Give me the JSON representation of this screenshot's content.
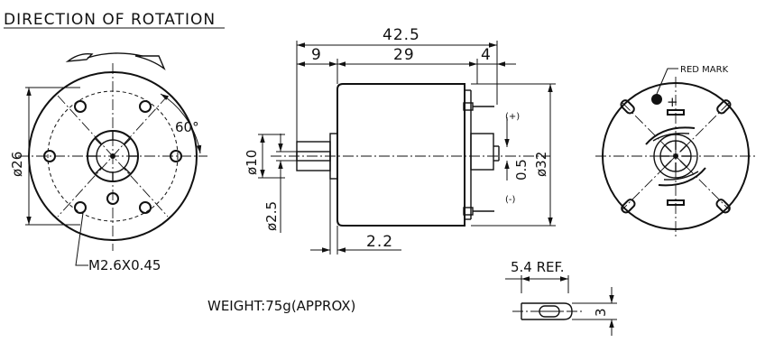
{
  "title": "DIRECTION OF ROTATION",
  "weight": "WEIGHT:75g(APPROX)",
  "front_view": {
    "diameter_label": "ø26",
    "angle_label": "60°",
    "thread_label": "M2.6X0.45"
  },
  "side_view": {
    "overall_length": "42.5",
    "shaft_length": "9",
    "body_length": "29",
    "terminal_offset": "4",
    "shaft_dia": "ø10",
    "bore_dia": "ø2.5",
    "flange_thickness": "2.2",
    "terminal_thickness": "0.5",
    "body_dia": "ø32",
    "plus_label": "(+)",
    "minus_label": "(-)"
  },
  "rear_view": {
    "red_mark_label": "RED MARK",
    "plus_sign": "+"
  },
  "terminal_detail": {
    "ref_label": "5.4 REF.",
    "width_label": "3"
  }
}
